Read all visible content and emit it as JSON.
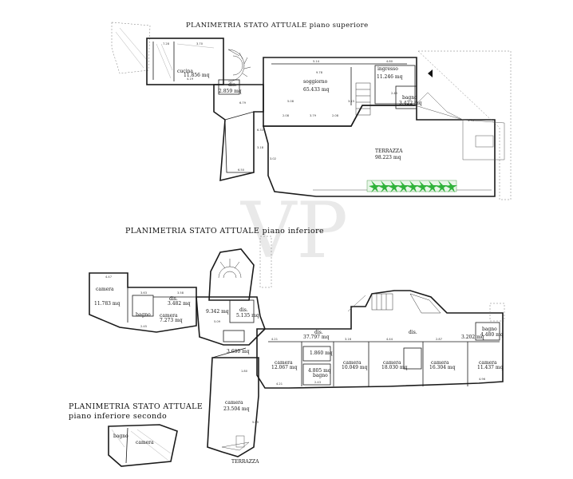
{
  "upper_floor": {
    "title": "PLANIMETRIA  STATO  ATTUALE  piano  superiore",
    "rooms": [
      {
        "name": "cucina",
        "area": "11.856  mq"
      },
      {
        "name": "dis.",
        "area": "2.859  mq"
      },
      {
        "name": "soggiorno",
        "area": "65.433  mq"
      },
      {
        "name": "ingresso",
        "area": "11.246  mq"
      },
      {
        "name": "bagno",
        "area": "3.422  mq"
      },
      {
        "name": "TERRAZZA",
        "area": "98.223  mq"
      }
    ],
    "dimensions": [
      "7.28",
      "3.70",
      "5.14",
      "4.80",
      "2.08",
      "3.79",
      "2.08",
      "6.50",
      "3.18",
      "6.33",
      "5.08",
      "3.15",
      "2.45",
      "3.95",
      "9.78",
      "6.79",
      "4.19",
      "3.02"
    ]
  },
  "lower_floor": {
    "title": "PLANIMETRIA  STATO  ATTUALE  piano  inferiore",
    "rooms": [
      {
        "name": "camera",
        "area": "11.783  mq"
      },
      {
        "name": "bagno",
        "area": ""
      },
      {
        "name": "camera",
        "area": "7.273  mq"
      },
      {
        "name": "dis.",
        "area": "3.482  mq"
      },
      {
        "name": "",
        "area": "9.342  mq"
      },
      {
        "name": "dis.",
        "area": "5.135  mq"
      },
      {
        "name": "",
        "area": "3.680  mq"
      },
      {
        "name": "dis.",
        "area": "37.797  mq"
      },
      {
        "name": "",
        "area": "1.860  mq"
      },
      {
        "name": "camera",
        "area": "12.067  mq"
      },
      {
        "name": "bagno",
        "area": "4.805  mq"
      },
      {
        "name": "camera",
        "area": "10.049  mq"
      },
      {
        "name": "camera",
        "area": "18.030  mq"
      },
      {
        "name": "camera",
        "area": "16.304  mq"
      },
      {
        "name": "camera",
        "area": "11.437  mq"
      },
      {
        "name": "bagno",
        "area": "4.480  mq"
      },
      {
        "name": "",
        "area": "3.202  mq"
      },
      {
        "name": "dis.",
        "area": ""
      },
      {
        "name": "camera",
        "area": "23.504  mq"
      },
      {
        "name": "TERRAZZA",
        "area": ""
      }
    ],
    "dimensions": [
      "4.47",
      "3.63",
      "3.58",
      "2.45",
      "5.09",
      "4.21",
      "3.16",
      "4.44",
      "2.87",
      "4.96",
      "2.43",
      "4.21",
      "1.80",
      "5.65"
    ]
  },
  "second_lower_floor": {
    "title_line1": "PLANIMETRIA  STATO  ATTUALE",
    "title_line2": "piano  inferiore  secondo",
    "rooms": [
      {
        "name": "bagno",
        "area": ""
      },
      {
        "name": "camera",
        "area": ""
      }
    ]
  },
  "watermark": {
    "text": "VP",
    "color": "#d8d8d8"
  },
  "colors": {
    "walls": "#1a1a1a",
    "planter": "#2fb23a",
    "background": "#ffffff"
  }
}
